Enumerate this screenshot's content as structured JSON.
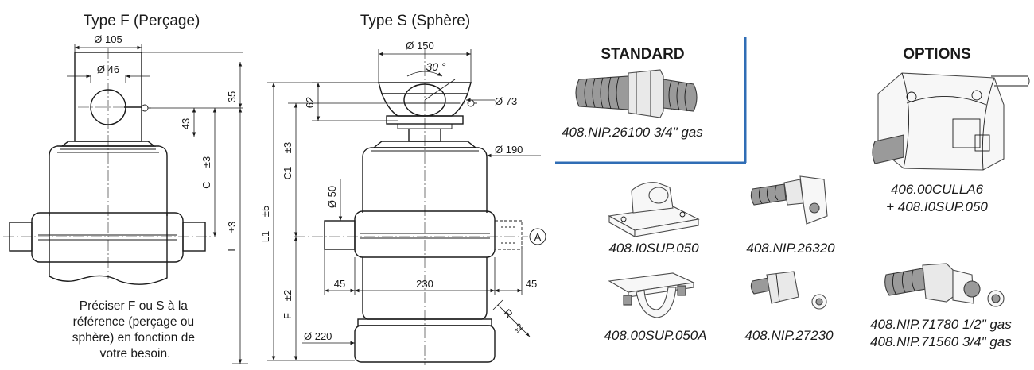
{
  "titles": {
    "type_f": "Type F (Perçage)",
    "type_s": "Type S (Sphère)"
  },
  "note_lines": [
    "Préciser F ou S à la",
    "référence (perçage ou",
    "sphère) en fonction de",
    "votre besoin."
  ],
  "dims_f": {
    "d105": "Ø 105",
    "d46": "Ø 46",
    "d35": "35",
    "d43": "43",
    "c": "C",
    "c_tol": "±3",
    "l": "L",
    "l_tol": "±3"
  },
  "dims_s": {
    "d150": "Ø 150",
    "angle": "30 °",
    "d62": "62",
    "d73": "Ø 73",
    "c1": "C1",
    "c1_tol": "±3",
    "d190": "Ø 190",
    "d50": "Ø 50",
    "l1": "L1",
    "l1_tol": "±5",
    "mark_a": "A",
    "f": "F",
    "f_tol": "±2",
    "w45_left": "45",
    "w230": "230",
    "w45_right": "45",
    "d220": "Ø 220",
    "r": "R",
    "r_tol": "±2"
  },
  "headings": {
    "standard": "STANDARD",
    "options": "OPTIONS"
  },
  "parts": {
    "nip26100": "408.NIP.26100   3/4\" gas",
    "culla": "406.00CULLA6",
    "culla_sup": "+ 408.I0SUP.050",
    "i0sup": "408.I0SUP.050",
    "nip26320": "408.NIP.26320",
    "sup050a": "408.00SUP.050A",
    "nip27230": "408.NIP.27230",
    "nip71780": "408.NIP.71780   1/2\" gas",
    "nip71560": "408.NIP.71560   3/4\" gas"
  },
  "colors": {
    "divider": "#2f6db5",
    "ink": "#1a1a1a"
  }
}
